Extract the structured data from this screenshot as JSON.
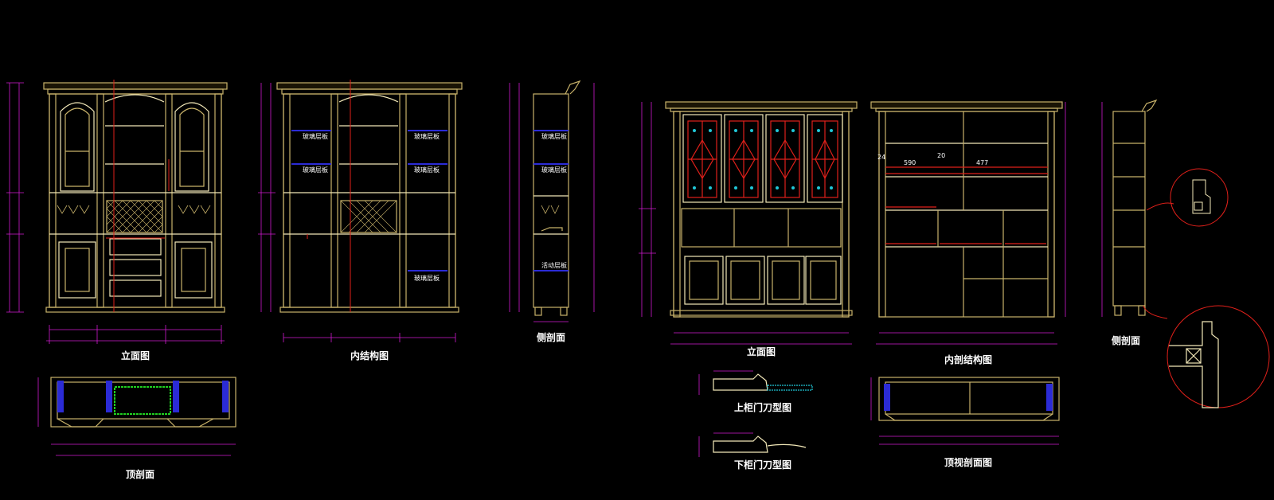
{
  "colors": {
    "background": "#000000",
    "cabinet_outline": "#c8b26a",
    "cabinet_inner": "#f2e8b8",
    "dimension": "#d01bd0",
    "shelf_blue": "#2b2bd6",
    "red_accent": "#e0201a",
    "cyan_accent": "#20c8d8",
    "green_accent": "#20d020",
    "caption": "#ffffff"
  },
  "captions": {
    "front_left": "立面图",
    "internal_left": "内结构图",
    "side_left": "侧剖面",
    "top_left": "顶剖面",
    "front_right": "立面图",
    "internal_right": "内剖结构图",
    "side_right": "侧剖面",
    "upper_door_profile": "上柜门刀型图",
    "lower_door_profile": "下柜门刀型图",
    "top_right": "顶视剖面图"
  },
  "annotations": {
    "glass_shelf": "玻璃层板",
    "movable_shelf": "活动层板",
    "dim_24": "24",
    "dim_20": "20",
    "dim_590": "590",
    "dim_477": "477"
  }
}
